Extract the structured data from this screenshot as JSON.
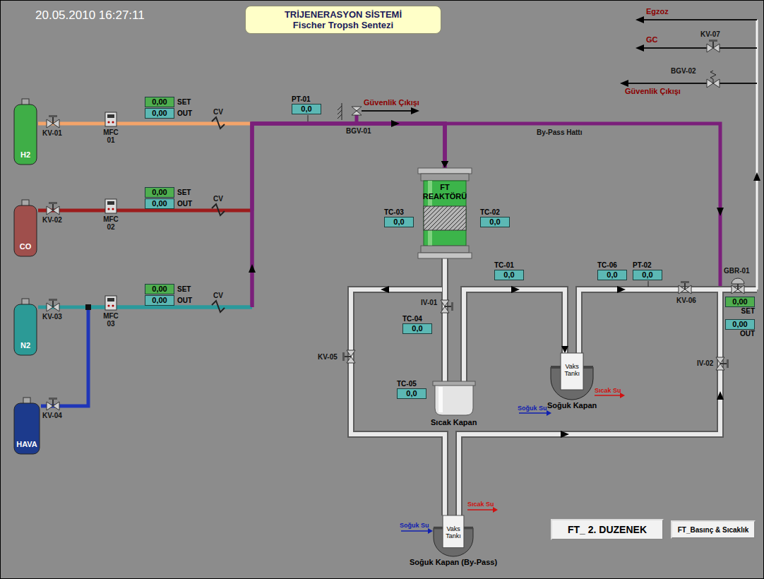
{
  "diagram": {
    "title": "TRİJENERASYON SİSTEMİ Fischer Tropsh Sentezi",
    "nodes": [
      {
        "text": [
          "H2"
        ]
      },
      {
        "text": [
          "CO"
        ]
      },
      {
        "text": [
          "N2"
        ]
      },
      {
        "text": [
          "HAVA"
        ]
      },
      {
        "text": [
          "0,00",
          "SET"
        ]
      },
      {
        "text": [
          "0,00",
          "OUT"
        ]
      },
      {
        "text": [
          "0,00",
          "SET"
        ]
      },
      {
        "text": [
          "0,00",
          "OUT"
        ]
      },
      {
        "text": [
          "0,00",
          "SET"
        ]
      },
      {
        "text": [
          "0,00",
          "OUT"
        ]
      },
      {
        "text": [
          "PT-01",
          "0,0"
        ]
      },
      {
        "text": [
          "FT REAKTÖRÜ"
        ]
      },
      {
        "text": [
          "TC-03",
          "0,0"
        ]
      },
      {
        "text": [
          "TC-02",
          "0,0"
        ]
      },
      {
        "text": [
          "TC-01",
          "0,0"
        ]
      },
      {
        "text": [
          "TC-06",
          "0,0"
        ]
      },
      {
        "text": [
          "PT-02",
          "0,0"
        ]
      },
      {
        "text": [
          "0,00",
          "SET"
        ]
      },
      {
        "text": [
          "0,00",
          "OUT"
        ]
      },
      {
        "text": [
          "TC-04",
          "0,0"
        ]
      },
      {
        "text": [
          "TC-05",
          "0,0"
        ]
      },
      {
        "text": [
          "Sıcak Kapan"
        ]
      },
      {
        "text": [
          "Vaks Tankı",
          "Soğuk Kapan"
        ]
      },
      {
        "text": [
          "Vaks Tankı",
          "Soğuk Kapan (By-Pass)"
        ]
      },
      {
        "text": [
          "FT_ 2. DUZENEK"
        ]
      },
      {
        "text": [
          "FT_Basınç & Sıcaklık"
        ]
      }
    ],
    "edges": [
      {
        "from": 0,
        "to": 11,
        "arrow": "to"
      },
      {
        "from": 1,
        "to": 11,
        "arrow": "to"
      },
      {
        "from": 2,
        "to": 11,
        "arrow": "to"
      },
      {
        "from": 3,
        "to": 11,
        "arrow": "to"
      },
      {
        "from": 11,
        "to": 21,
        "arrow": "none"
      },
      {
        "from": 21,
        "to": 22,
        "arrow": "to"
      }
    ],
    "labels": [
      "20.05.2010 16:27:11",
      "KV-01",
      "MFC 01",
      "CV",
      "KV-02",
      "MFC 02",
      "CV",
      "KV-03",
      "MFC 03",
      "CV",
      "KV-04",
      "Güvenlik Çıkışı",
      "BGV-01",
      "By-Pass Hattı",
      "Egzoz",
      "GC",
      "KV-07",
      "BGV-02",
      "Güvenlik Çıkışı",
      "GBR-01",
      "IV-01",
      "KV-05",
      "KV-06",
      "IV-02",
      "Soğuk Su",
      "Sıcak Su",
      "Soğuk Su",
      "Sıcak Su"
    ]
  }
}
